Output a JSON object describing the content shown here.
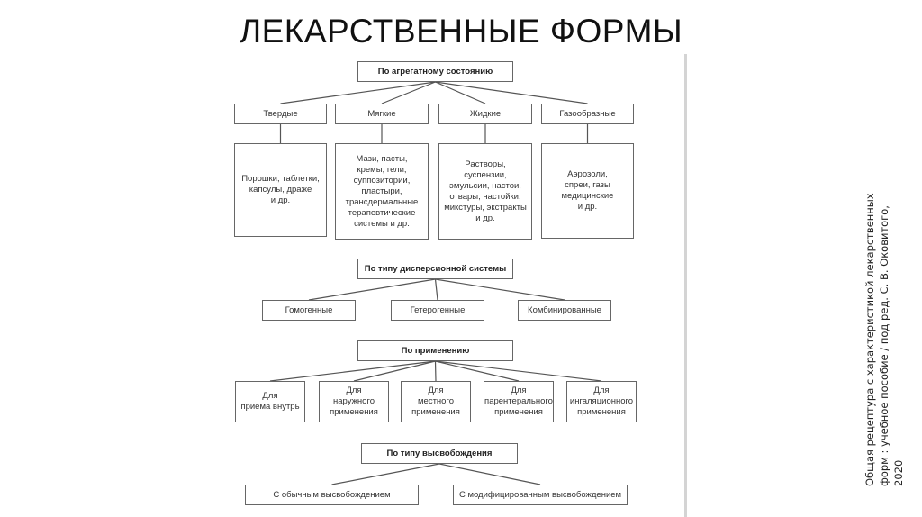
{
  "title": "ЛЕКАРСТВЕННЫЕ ФОРМЫ",
  "citation": "Общая рецептура с характеристикой лекарственных форм : учебное пособие / под ред. С. В. Оковитого, 2020",
  "sections": [
    {
      "header": "По агрегатному состоянию",
      "children": [
        "Твердые",
        "Мягкие",
        "Жидкие",
        "Газообразные"
      ],
      "details": [
        "Порошки, таблетки,\nкапсулы, драже\nи др.",
        "Мази, пасты,\nкремы, гели,\nсуппозитории,\nпластыри,\nтрансдермальные\nтерапевтические\nсистемы и др.",
        "Растворы,\nсуспензии,\nэмульсии, настои,\nотвары, настойки,\nмикстуры, экстракты\nи др.",
        "Аэрозоли,\nспреи, газы\nмедицинские\nи др."
      ]
    },
    {
      "header": "По типу дисперсионной системы",
      "children": [
        "Гомогенные",
        "Гетерогенные",
        "Комбинированные"
      ]
    },
    {
      "header": "По применению",
      "children": [
        "Для\nприема внутрь",
        "Для\nнаружного\nприменения",
        "Для\nместного\nприменения",
        "Для\nпарентерального\nприменения",
        "Для\nингаляционного\nприменения"
      ]
    },
    {
      "header": "По типу высвобождения",
      "children": [
        "С обычным высвобождением",
        "С модифицированным высвобождением"
      ]
    }
  ]
}
